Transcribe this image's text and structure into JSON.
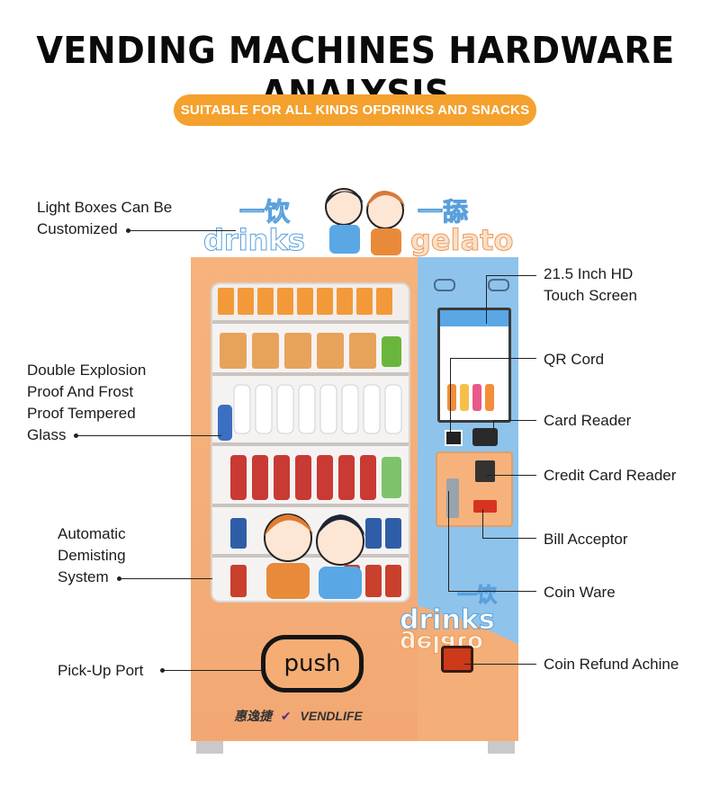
{
  "title": "VENDING MACHINES HARDWARE ANALYSIS",
  "subtitle": "SUITABLE FOR ALL KINDS OFDRINKS AND SNACKS",
  "callouts": {
    "light_boxes": "Light Boxes Can Be\nCustomized",
    "glass": "Double Explosion\nProof And Frost\nProof Tempered\nGlass",
    "demisting": "Automatic\nDemisting\nSystem",
    "pickup": "Pick-Up Port",
    "touch_screen": "21.5 Inch HD\nTouch Screen",
    "qr": "QR Cord",
    "card_reader": "Card Reader",
    "credit_card": "Credit Card Reader",
    "bill": "Bill Acceptor",
    "coin": "Coin Ware",
    "coin_refund": "Coin Refund Achine"
  },
  "machine": {
    "banner_left": "drinks",
    "banner_right": "gelato",
    "banner_cn_left": "一饮",
    "banner_cn_right": "一舔",
    "side_cn": "一饮",
    "side_drinks": "drinks",
    "side_gelato": "gelato",
    "push_label": "push",
    "brand_cn": "惠逸捷",
    "brand_en": "VENDLIFE"
  },
  "colors": {
    "accent": "#f4a12e",
    "machine_orange": "#f4b27b",
    "panel_blue": "#8ec3ec",
    "label_text": "#1c1c1c"
  }
}
